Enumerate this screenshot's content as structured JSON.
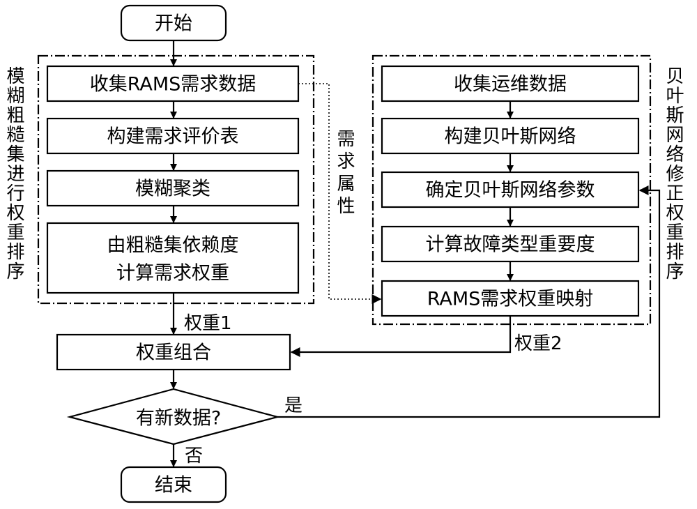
{
  "nodes": {
    "start": "开始",
    "collect_rams": "收集RAMS需求数据",
    "build_table": "构建需求评价表",
    "fuzzy_cluster": "模糊聚类",
    "rough_line1": "由粗糙集依赖度",
    "rough_line2": "计算需求权重",
    "collect_ops": "收集运维数据",
    "build_bn": "构建贝叶斯网络",
    "bn_params": "确定贝叶斯网络参数",
    "fault_importance": "计算故障类型重要度",
    "rams_mapping": "RAMS需求权重映射",
    "weight_combo": "权重组合",
    "new_data": "有新数据?",
    "end": "结束"
  },
  "groups": {
    "left_label": "模糊粗糙集进行权重排序",
    "right_label": "贝叶斯网络修正权重排序"
  },
  "edge_labels": {
    "demand_attr": "需求属性",
    "weight1": "权重1",
    "weight2": "权重2",
    "yes": "是",
    "no": "否"
  }
}
